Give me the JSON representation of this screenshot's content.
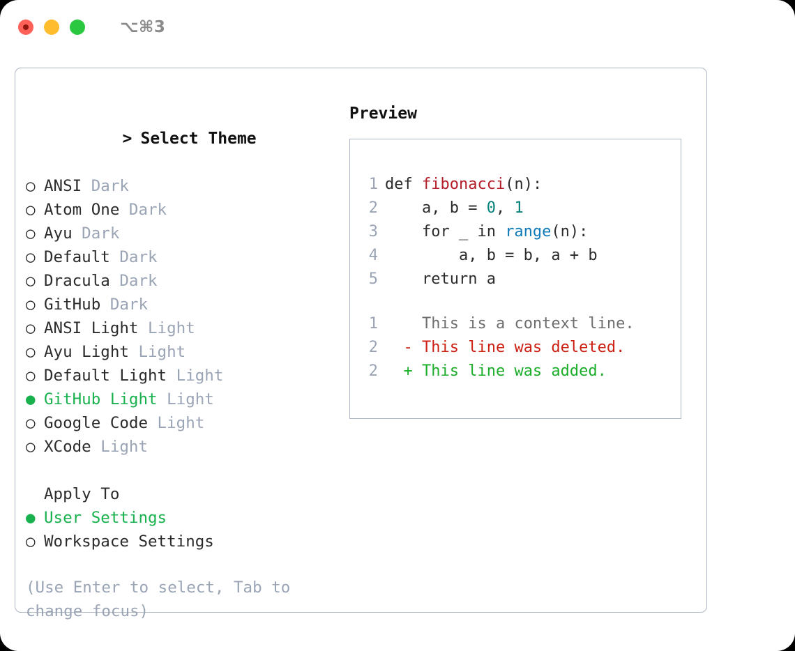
{
  "titlebar": {
    "shortcut": "⌥⌘3",
    "lights": [
      "close",
      "minimize",
      "maximize"
    ]
  },
  "theme_list": {
    "header": {
      "prompt": ">",
      "title": "Select Theme"
    },
    "items": [
      {
        "bullet": "○",
        "name": "ANSI",
        "variant": "Dark",
        "selected": false
      },
      {
        "bullet": "○",
        "name": "Atom One",
        "variant": "Dark",
        "selected": false
      },
      {
        "bullet": "○",
        "name": "Ayu",
        "variant": "Dark",
        "selected": false
      },
      {
        "bullet": "○",
        "name": "Default",
        "variant": "Dark",
        "selected": false
      },
      {
        "bullet": "○",
        "name": "Dracula",
        "variant": "Dark",
        "selected": false
      },
      {
        "bullet": "○",
        "name": "GitHub",
        "variant": "Dark",
        "selected": false
      },
      {
        "bullet": "○",
        "name": "ANSI Light",
        "variant": "Light",
        "selected": false
      },
      {
        "bullet": "○",
        "name": "Ayu Light",
        "variant": "Light",
        "selected": false
      },
      {
        "bullet": "○",
        "name": "Default Light",
        "variant": "Light",
        "selected": false
      },
      {
        "bullet": "●",
        "name": "GitHub Light",
        "variant": "Light",
        "selected": true
      },
      {
        "bullet": "○",
        "name": "Google Code",
        "variant": "Light",
        "selected": false
      },
      {
        "bullet": "○",
        "name": "XCode",
        "variant": "Light",
        "selected": false
      }
    ]
  },
  "apply_to": {
    "label": "Apply To",
    "options": [
      {
        "bullet": "●",
        "label": "User Settings",
        "selected": true
      },
      {
        "bullet": "○",
        "label": "Workspace Settings",
        "selected": false
      }
    ]
  },
  "hint": "(Use Enter to select, Tab to change focus)",
  "preview": {
    "title": "Preview",
    "code_lines": [
      {
        "num": "1",
        "tokens": [
          {
            "t": "def ",
            "c": "plain"
          },
          {
            "t": "fibonacci",
            "c": "fn"
          },
          {
            "t": "(n):",
            "c": "plain"
          }
        ]
      },
      {
        "num": "2",
        "tokens": [
          {
            "t": "    a, b = ",
            "c": "plain"
          },
          {
            "t": "0",
            "c": "num"
          },
          {
            "t": ", ",
            "c": "plain"
          },
          {
            "t": "1",
            "c": "num"
          }
        ]
      },
      {
        "num": "3",
        "tokens": [
          {
            "t": "    for _ in ",
            "c": "plain"
          },
          {
            "t": "range",
            "c": "call"
          },
          {
            "t": "(n):",
            "c": "plain"
          }
        ]
      },
      {
        "num": "4",
        "tokens": [
          {
            "t": "        a, b = b, a + b",
            "c": "plain"
          }
        ]
      },
      {
        "num": "5",
        "tokens": [
          {
            "t": "    return a",
            "c": "plain"
          }
        ]
      }
    ],
    "diff_lines": [
      {
        "num": "1",
        "marker": " ",
        "text": " This is a context line.",
        "kind": "ctx"
      },
      {
        "num": "2",
        "marker": "-",
        "text": " This line was deleted.",
        "kind": "del"
      },
      {
        "num": "2",
        "marker": "+",
        "text": " This line was added.",
        "kind": "add"
      }
    ]
  },
  "colors": {
    "accent_green": "#19b14d",
    "muted": "#9aa4b4",
    "border": "#adb6c4",
    "fn_red": "#b31d28",
    "num_teal": "#03807a",
    "call_blue": "#0f7ab8",
    "diff_del": "#cb1f12",
    "diff_add": "#1aad28"
  }
}
